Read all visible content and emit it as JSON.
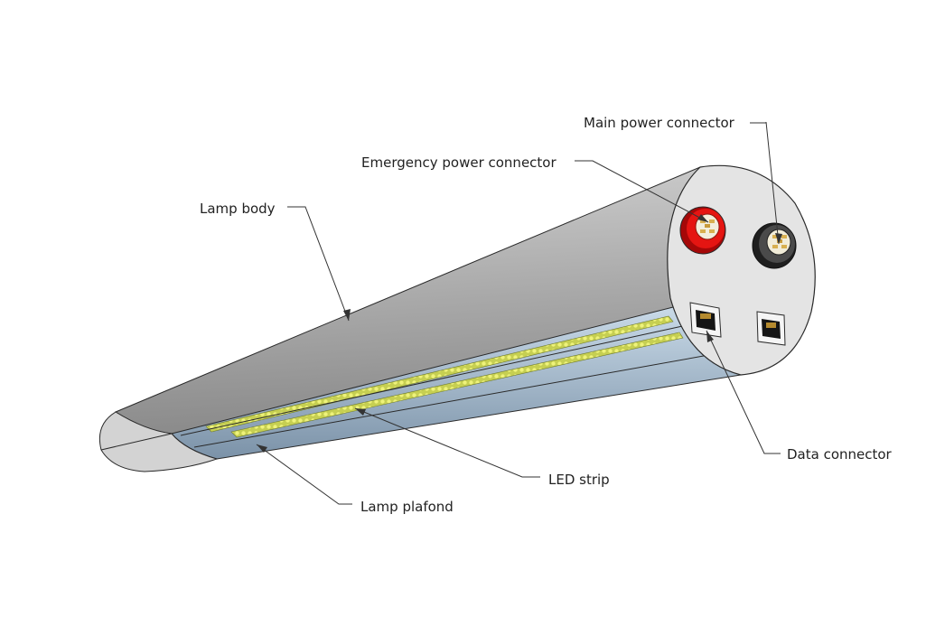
{
  "labels": {
    "main_power": "Main power connector",
    "emergency_power": "Emergency power connector",
    "lamp_body": "Lamp body",
    "data_connector": "Data connector",
    "led_strip": "LED strip",
    "lamp_plafond": "Lamp plafond"
  },
  "colors": {
    "body_light": "#c4c4c4",
    "body_dark": "#8f8f8f",
    "end_cap": "#e3e3e3",
    "plafond_light": "#c8d8e6",
    "plafond_dark": "#7f95aa",
    "led_yellow": "#d9e04a",
    "emergency_connector": "#e0100f",
    "main_connector": "#3a3a3a",
    "pin_gold": "#d8b050"
  },
  "icons": [
    "round-connector-icon",
    "rj45-port-icon"
  ]
}
